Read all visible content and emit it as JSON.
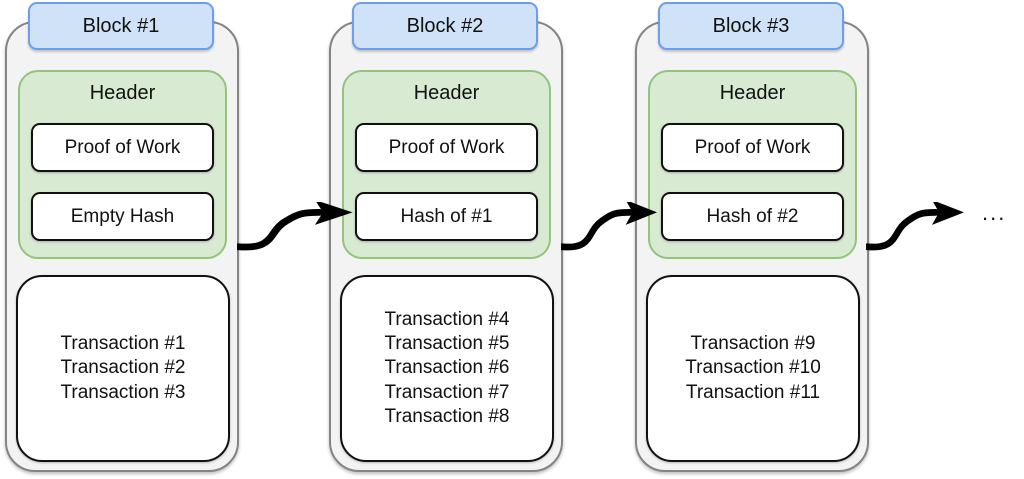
{
  "diagram": {
    "type": "blockchain-diagram",
    "ellipsis_label": "...",
    "colors": {
      "background": "#ffffff",
      "block_fill": "#f3f3f3",
      "block_border": "#848484",
      "tab_fill": "#cfe2f7",
      "tab_border": "#6d9eeb",
      "header_fill": "#d9ead3",
      "header_border": "#93c47d",
      "box_fill": "#ffffff",
      "box_border": "#111111",
      "arrow": "#000000",
      "text": "#111111"
    }
  },
  "blocks": [
    {
      "title": "Block #1",
      "header_label": "Header",
      "proof_label": "Proof of Work",
      "hash_label": "Empty Hash",
      "transactions": [
        "Transaction #1",
        "Transaction #2",
        "Transaction #3"
      ]
    },
    {
      "title": "Block #2",
      "header_label": "Header",
      "proof_label": "Proof of Work",
      "hash_label": "Hash of #1",
      "transactions": [
        "Transaction #4",
        "Transaction #5",
        "Transaction #6",
        "Transaction #7",
        "Transaction #8"
      ]
    },
    {
      "title": "Block #3",
      "header_label": "Header",
      "proof_label": "Proof of Work",
      "hash_label": "Hash of #2",
      "transactions": [
        "Transaction #9",
        "Transaction #10",
        "Transaction #11"
      ]
    }
  ]
}
